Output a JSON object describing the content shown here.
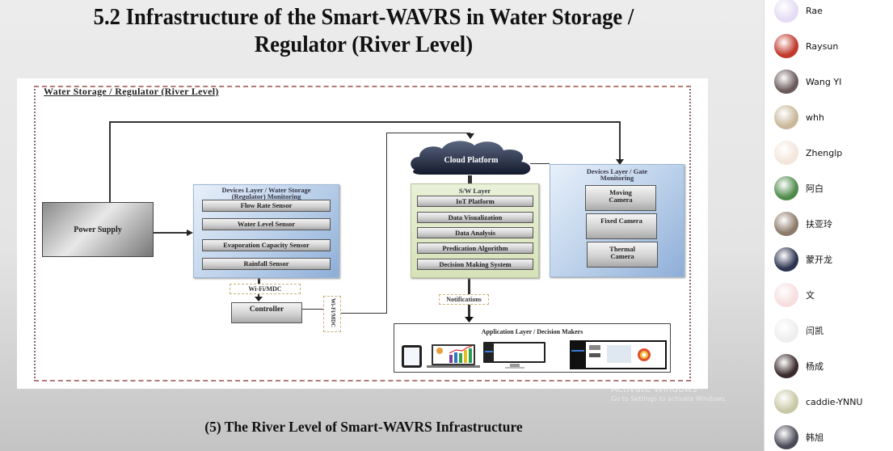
{
  "slide": {
    "title_line1": "5.2 Infrastructure of the Smart-WAVRS in Water Storage /",
    "title_line2": "Regulator (River Level)",
    "caption": "(5) The River Level of  Smart-WAVRS Infrastructure",
    "diagram": {
      "frame_title": "Water Storage / Regulator (River Level)",
      "power_supply": "Power Supply",
      "water_devices_title_1": "Devices Layer / Water Storage",
      "water_devices_title_2": "(Regulator) Monitoring",
      "water_sensors": [
        "Flow Rate Sensor",
        "Water Level Sensor",
        "Evaporation Capacity Sensor",
        "Rainfall Sensor"
      ],
      "wifi_label_1": "Wi-Fi/MDC",
      "wifi_label_2": "Wi-Fi/MDC",
      "controller": "Controller",
      "cloud": "Cloud Platform",
      "sw_layer_title": "S/W Layer",
      "sw_items": [
        "IoT Platform",
        "Data Visualization",
        "Data Analysis",
        "Predication Algorithm",
        "Decision Making System"
      ],
      "gate_devices_title_1": "Devices Layer / Gate",
      "gate_devices_title_2": "Monitoring",
      "cameras": [
        {
          "line1": "Moving",
          "line2": "Camera"
        },
        {
          "line1": "Fixed Camera",
          "line2": ""
        },
        {
          "line1": "Thermal",
          "line2": "Camera"
        }
      ],
      "notifications": "Notifications",
      "app_layer_title": "Application Layer / Decision Makers"
    }
  },
  "watermark": {
    "line1": "Activate Windows",
    "line2": "Go to Settings to activate Windows."
  },
  "participants": [
    {
      "name": "Rae",
      "avatar_color": "#e4dcf4"
    },
    {
      "name": "Raysun",
      "avatar_color": "#c0392b"
    },
    {
      "name": "Wang YI",
      "avatar_color": "#6b5a5a"
    },
    {
      "name": "whh",
      "avatar_color": "#c9b79a"
    },
    {
      "name": "Zhenglp",
      "avatar_color": "#f3e6da"
    },
    {
      "name": "阿白",
      "avatar_color": "#4f8a4a"
    },
    {
      "name": "扶亚玲",
      "avatar_color": "#8c7a6a"
    },
    {
      "name": "蒙开龙",
      "avatar_color": "#2c3450"
    },
    {
      "name": "文",
      "avatar_color": "#f6dede"
    },
    {
      "name": "闫凯",
      "avatar_color": "#eeeeee"
    },
    {
      "name": "杨成",
      "avatar_color": "#3a2a2a"
    },
    {
      "name": "caddie-YNNU",
      "avatar_color": "#c9c8a6"
    },
    {
      "name": "韩旭",
      "avatar_color": "#4a4a58"
    }
  ]
}
